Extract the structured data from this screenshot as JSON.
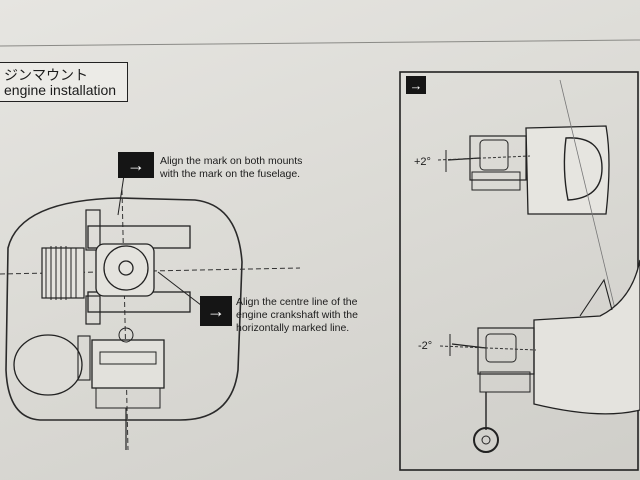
{
  "section": {
    "title_jp": "ジンマウント",
    "title_en": "engine installation"
  },
  "callouts": {
    "mount_mark": [
      "Align the mark on both mounts",
      "with the mark on the fuselage."
    ],
    "centre_line": [
      "Align the centre line of the",
      "engine crankshaft with the",
      "horizontally marked line."
    ]
  },
  "side_panel": {
    "up_angle": "+2°",
    "down_angle": "-2°"
  },
  "icons": {
    "arrow": "→"
  }
}
